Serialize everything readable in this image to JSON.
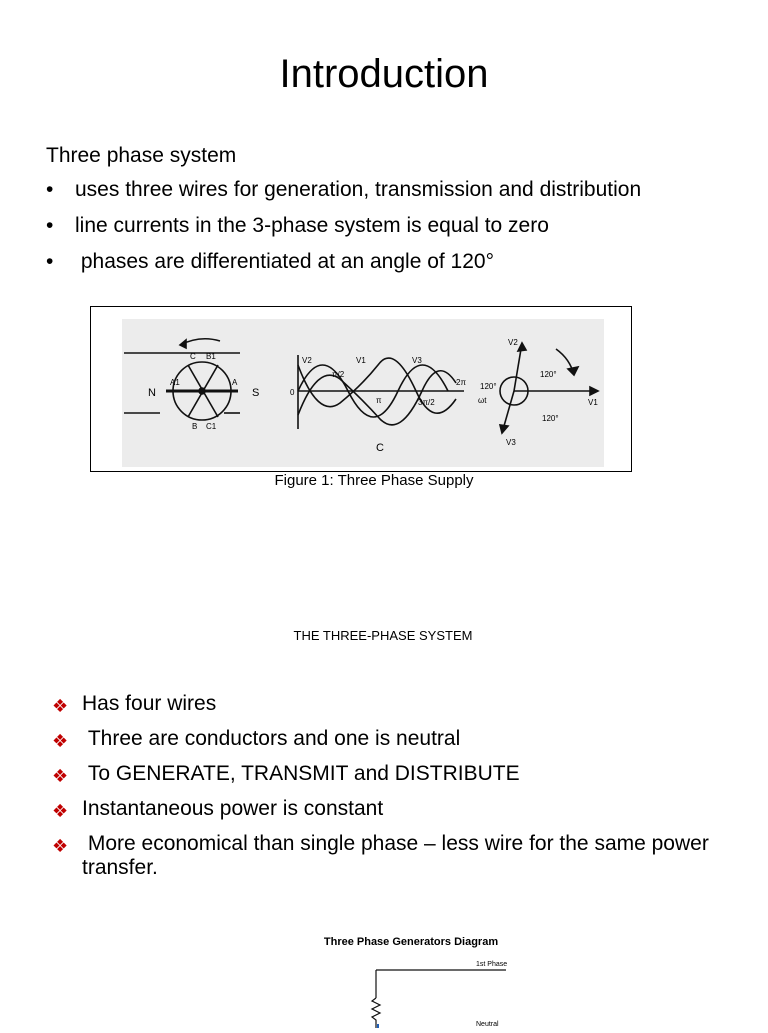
{
  "title": "Introduction",
  "intro": {
    "heading": "Three phase system",
    "bullet_char": "•",
    "bullets": [
      "uses three wires for generation, transmission and distribution",
      "line currents in the 3-phase system is equal to zero",
      " phases are differentiated at an angle of 120°"
    ]
  },
  "figure": {
    "caption": "Figure 1: Three Phase Supply",
    "generator_labels": {
      "n": "N",
      "s": "S",
      "a": "A",
      "a1": "A1",
      "b": "B",
      "b1": "B1",
      "c": "C",
      "c1": "C1"
    },
    "wave_labels": {
      "v1": "V1",
      "v2": "V2",
      "v3": "V3",
      "zero": "0",
      "pi_2": "π/2",
      "pi": "π",
      "three_pi_2": "3π/2",
      "two_pi": "2π",
      "wt": "ωt",
      "c": "C"
    },
    "phasor_labels": {
      "v1": "V1",
      "v2": "V2",
      "v3": "V3",
      "a1": "120°",
      "a2": "120°",
      "a3": "120°"
    }
  },
  "section_title": "THE THREE-PHASE SYSTEM",
  "diamond_char": "❖",
  "features": [
    "Has four wires",
    " Three are conductors and one is neutral",
    " To GENERATE, TRANSMIT and DISTRIBUTE",
    "Instantaneous power is constant",
    " More economical than single phase – less wire for the same power transfer."
  ],
  "generator_diagram": {
    "title": "Three Phase Generators Diagram",
    "label_1st": "1st Phase",
    "label_neutral": "Neutral"
  },
  "colors": {
    "diamond": "#c00000",
    "figure_bg": "#ececec"
  }
}
